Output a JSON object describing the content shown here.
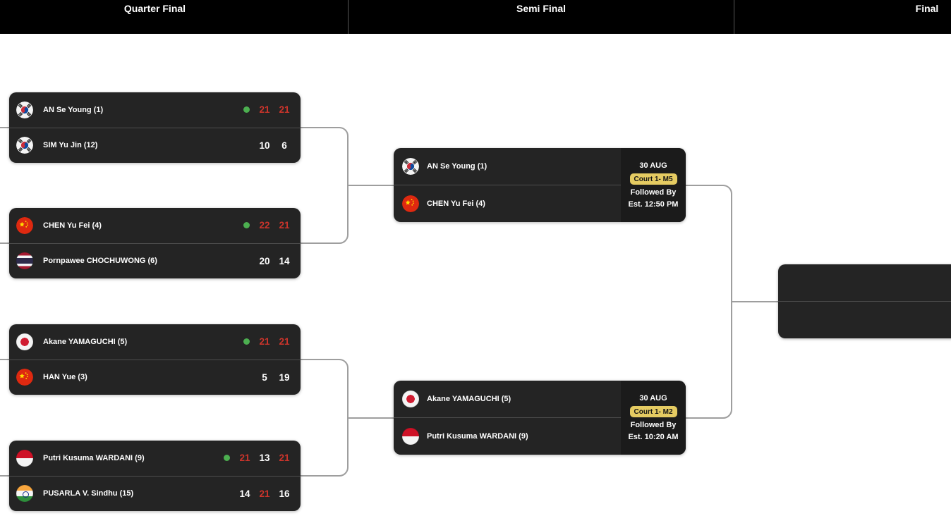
{
  "header": {
    "columns": [
      {
        "label": "Quarter Final"
      },
      {
        "label": "Semi Final"
      },
      {
        "label": "Final"
      }
    ]
  },
  "colors": {
    "header_bg": "#000000",
    "card_bg": "#242424",
    "schedule_panel_bg": "#1b1b1b",
    "row_divider": "#4d4d4d",
    "connector_line": "#9e9e9e",
    "set_win_red": "#cb342b",
    "winner_dot_green": "#4caf50",
    "court_pill_bg": "#e5cb62"
  },
  "bracket": {
    "quarter_finals": [
      {
        "players": [
          {
            "name": "AN Se Young (1)",
            "flag": "kr",
            "winner": true,
            "scores": [
              {
                "v": "21",
                "win": true
              },
              {
                "v": "21",
                "win": true
              }
            ]
          },
          {
            "name": "SIM Yu Jin (12)",
            "flag": "kr",
            "winner": false,
            "scores": [
              {
                "v": "10",
                "win": false
              },
              {
                "v": "6",
                "win": false
              }
            ]
          }
        ]
      },
      {
        "players": [
          {
            "name": "CHEN Yu Fei (4)",
            "flag": "cn",
            "winner": true,
            "scores": [
              {
                "v": "22",
                "win": true
              },
              {
                "v": "21",
                "win": true
              }
            ]
          },
          {
            "name": "Pornpawee CHOCHUWONG (6)",
            "flag": "th",
            "winner": false,
            "scores": [
              {
                "v": "20",
                "win": false
              },
              {
                "v": "14",
                "win": false
              }
            ]
          }
        ]
      },
      {
        "players": [
          {
            "name": "Akane YAMAGUCHI (5)",
            "flag": "jp",
            "winner": true,
            "scores": [
              {
                "v": "21",
                "win": true
              },
              {
                "v": "21",
                "win": true
              }
            ]
          },
          {
            "name": "HAN Yue (3)",
            "flag": "cn",
            "winner": false,
            "scores": [
              {
                "v": "5",
                "win": false
              },
              {
                "v": "19",
                "win": false
              }
            ]
          }
        ]
      },
      {
        "players": [
          {
            "name": "Putri Kusuma WARDANI (9)",
            "flag": "id",
            "winner": true,
            "scores": [
              {
                "v": "21",
                "win": true
              },
              {
                "v": "13",
                "win": false
              },
              {
                "v": "21",
                "win": true
              }
            ]
          },
          {
            "name": "PUSARLA V. Sindhu (15)",
            "flag": "in",
            "winner": false,
            "scores": [
              {
                "v": "14",
                "win": false
              },
              {
                "v": "21",
                "win": true
              },
              {
                "v": "16",
                "win": false
              }
            ]
          }
        ]
      }
    ],
    "semi_finals": [
      {
        "players": [
          {
            "name": "AN Se Young (1)",
            "flag": "kr"
          },
          {
            "name": "CHEN Yu Fei (4)",
            "flag": "cn"
          }
        ],
        "schedule": {
          "date": "30 AUG",
          "court": "Court 1- M5",
          "status": "Followed By",
          "time": "Est. 12:50 PM"
        }
      },
      {
        "players": [
          {
            "name": "Akane YAMAGUCHI (5)",
            "flag": "jp"
          },
          {
            "name": "Putri Kusuma WARDANI (9)",
            "flag": "id"
          }
        ],
        "schedule": {
          "date": "30 AUG",
          "court": "Court 1- M2",
          "status": "Followed By",
          "time": "Est. 10:20 AM"
        }
      }
    ],
    "final": {
      "players": [
        {
          "name": ""
        },
        {
          "name": ""
        }
      ]
    }
  }
}
